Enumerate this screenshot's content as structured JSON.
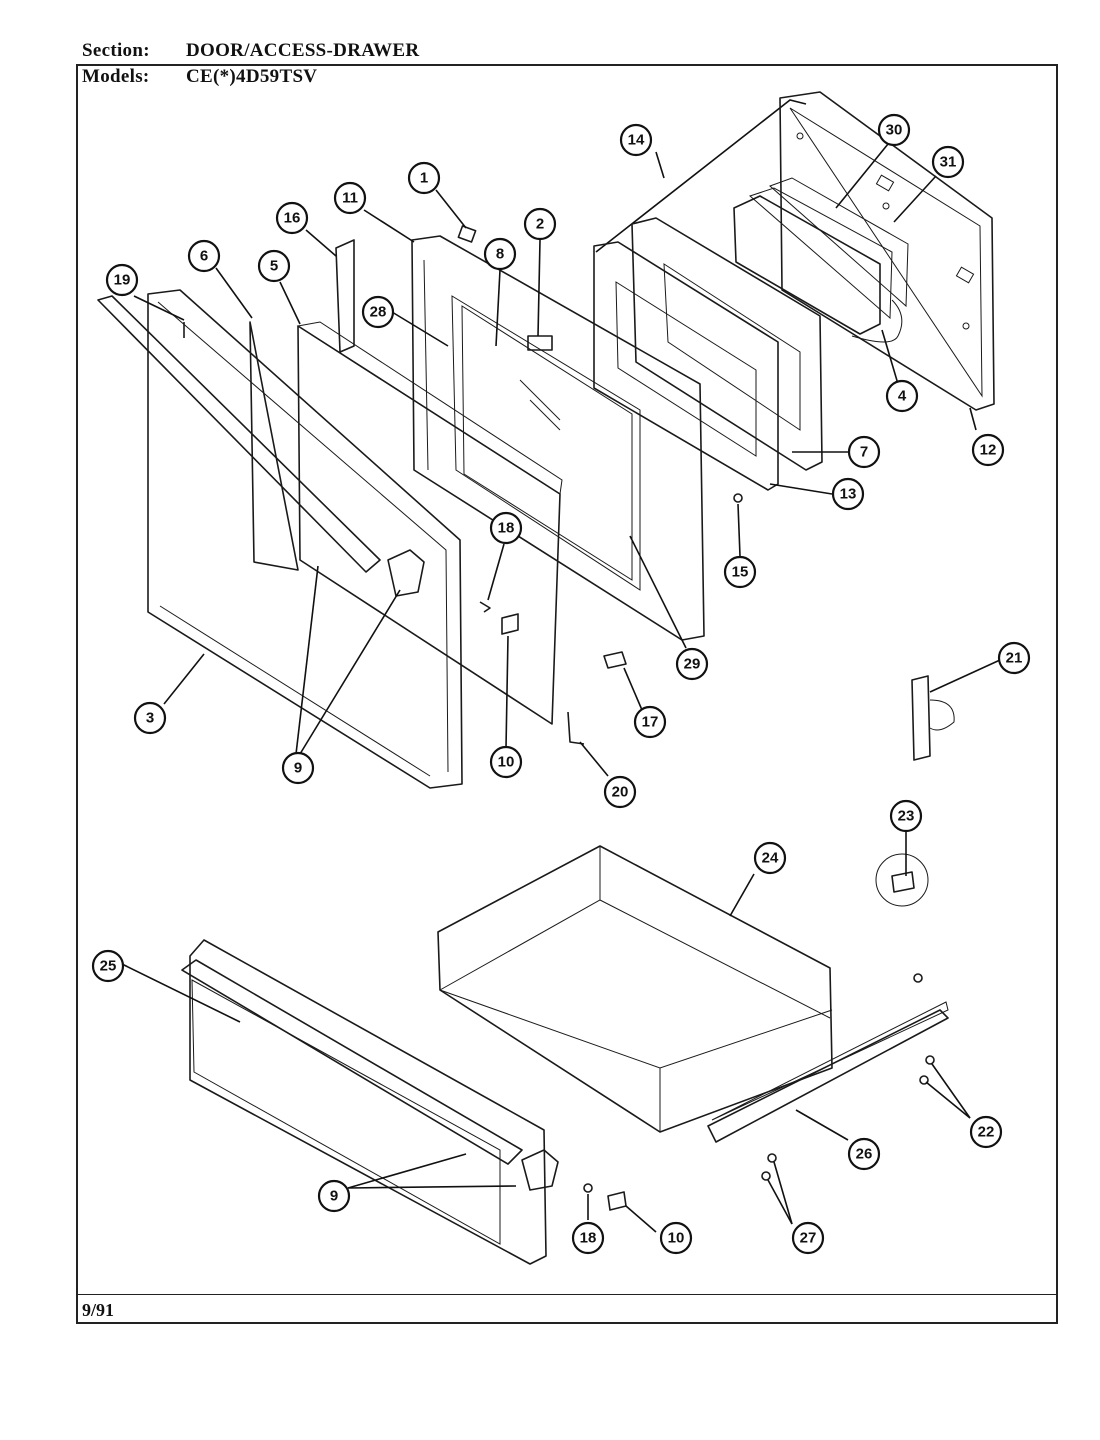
{
  "header": {
    "section_label": "Section:",
    "section_value": "DOOR/ACCESS-DRAWER",
    "models_label": "Models:",
    "models_value": "CE(*)4D59TSV"
  },
  "footer": {
    "date": "9/91"
  },
  "callouts": [
    "1",
    "2",
    "3",
    "4",
    "5",
    "6",
    "7",
    "8",
    "9",
    "10",
    "11",
    "12",
    "13",
    "14",
    "15",
    "16",
    "17",
    "18",
    "19",
    "20",
    "21",
    "22",
    "23",
    "24",
    "25",
    "26",
    "27",
    "28",
    "29",
    "30",
    "31"
  ]
}
